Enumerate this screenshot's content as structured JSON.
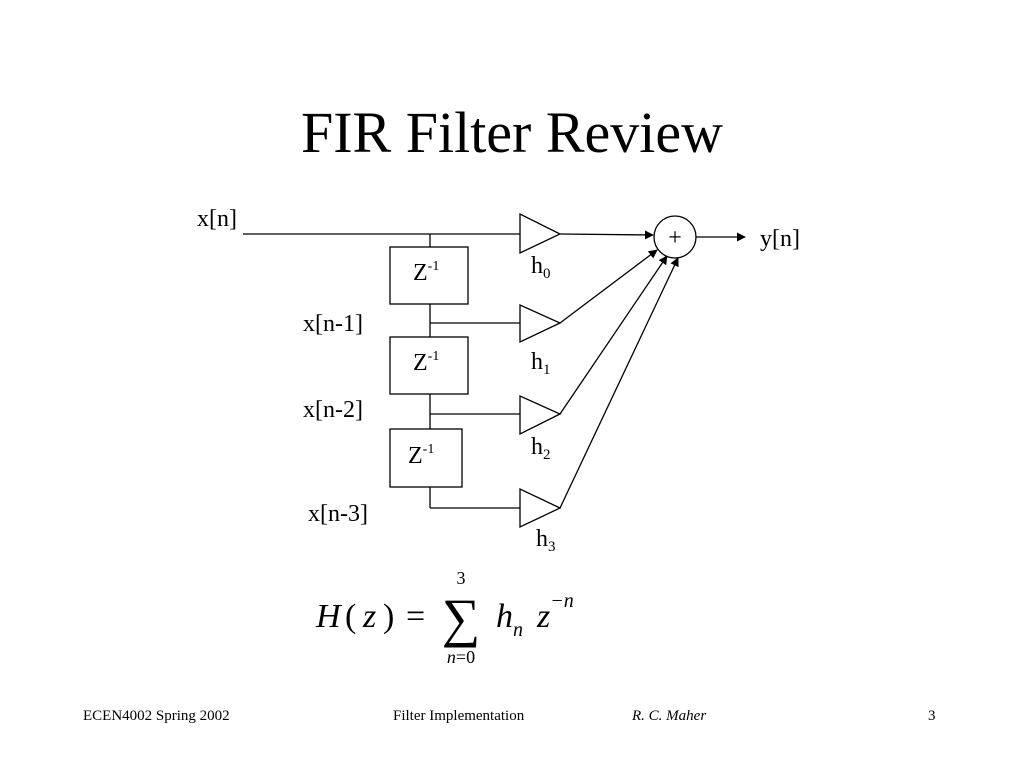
{
  "slide": {
    "title": "FIR Filter Review"
  },
  "diagram": {
    "input_label": "x[n]",
    "output_label": "y[n]",
    "adder_symbol": "+",
    "delay_labels": [
      "Z",
      "Z",
      "Z"
    ],
    "delay_exponent": "-1",
    "tap_labels": [
      "x[n-1]",
      "x[n-2]",
      "x[n-3]"
    ],
    "coefficient_base": "h",
    "coefficient_indices": [
      "0",
      "1",
      "2",
      "3"
    ]
  },
  "formula": {
    "H": "H",
    "open_paren": "(",
    "z": "z",
    "close_paren": ")",
    "equals": "=",
    "sigma": "∑",
    "upper_limit": "3",
    "lower_limit_var": "n",
    "lower_limit_eq": "=",
    "lower_limit_val": "0",
    "h": "h",
    "h_sub": "n",
    "z2": "z",
    "exponent": "−n"
  },
  "footer": {
    "course": "ECEN4002 Spring 2002",
    "topic": "Filter Implementation",
    "author": "R. C. Maher",
    "page": "3"
  },
  "icons": {
    "arrowhead": "arrow-head-icon",
    "multiplier": "gain-triangle-icon"
  }
}
